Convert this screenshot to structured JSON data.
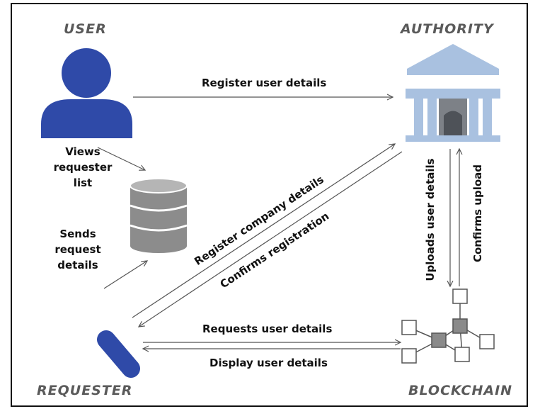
{
  "actors": {
    "user": "USER",
    "authority": "AUTHORITY",
    "requester": "REQUESTER",
    "blockchain": "BLOCKCHAIN"
  },
  "flows": {
    "register_user": "Register user details",
    "views_requester_1": "Views",
    "views_requester_2": "requester",
    "views_requester_3": "list",
    "sends_request_1": "Sends",
    "sends_request_2": "request",
    "sends_request_3": "details",
    "register_company": "Register company details",
    "confirms_registration": "Confirms registration",
    "uploads_user": "Uploads user details",
    "confirms_upload": "Confirms upload",
    "requests_user": "Requests user details",
    "display_user": "Display user details"
  },
  "icons": [
    "user-icon",
    "authority-building-icon",
    "database-icon",
    "requester-icon",
    "blockchain-network-icon"
  ],
  "colors": {
    "accent_blue": "#2f4aa8",
    "building_blue": "#a9c1e0",
    "building_gray": "#7d8187",
    "db_gray": "#8c8c8c"
  }
}
